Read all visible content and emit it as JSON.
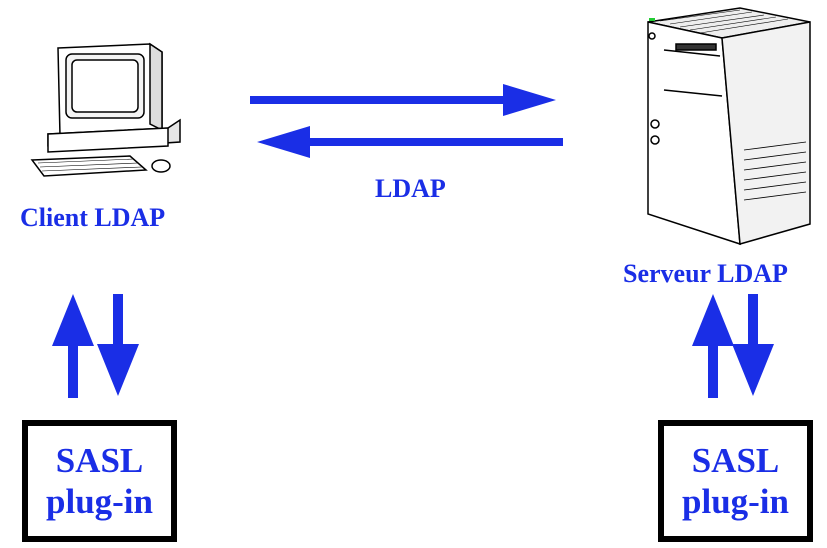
{
  "client": {
    "label": "Client LDAP"
  },
  "server": {
    "label": "Serveur LDAP"
  },
  "protocol": {
    "label": "LDAP"
  },
  "client_plugin": {
    "line1": "SASL",
    "line2": "plug-in"
  },
  "server_plugin": {
    "line1": "SASL",
    "line2": "plug-in"
  },
  "colors": {
    "accent": "#1a2ee6",
    "frame": "#000000"
  }
}
